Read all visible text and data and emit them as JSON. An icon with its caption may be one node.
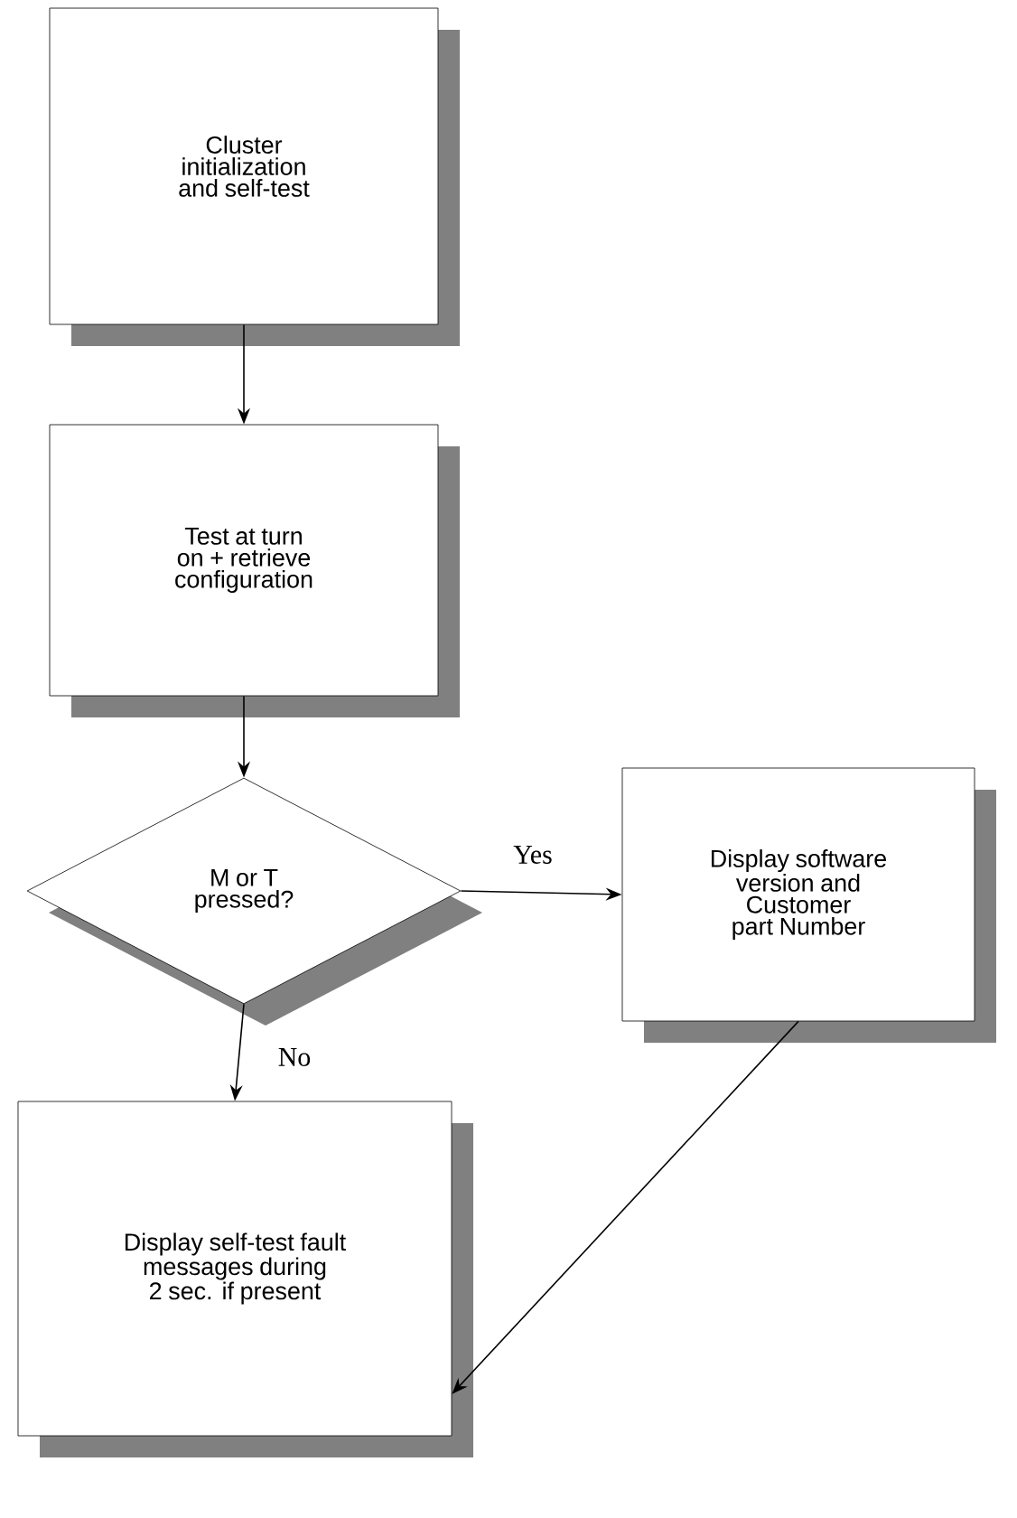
{
  "diagram": {
    "nodes": [
      {
        "text": [
          "Cluster initialization and self-test"
        ]
      },
      {
        "text": [
          "Test at turn on + retrieve configuration"
        ]
      },
      {
        "text": [
          "M or T pressed?"
        ]
      },
      {
        "text": [
          "Display software version and Customer part Number"
        ]
      },
      {
        "text": [
          "Display self-test fault messages during 2 sec. if present"
        ]
      }
    ],
    "edges": [
      {
        "from": 0,
        "to": 1,
        "arrow": "to"
      },
      {
        "from": 1,
        "to": 2,
        "arrow": "to"
      },
      {
        "from": 2,
        "to": 3,
        "arrow": "to",
        "label": "Yes"
      },
      {
        "from": 2,
        "to": 4,
        "arrow": "to",
        "label": "No"
      },
      {
        "from": 3,
        "to": 4,
        "arrow": "to"
      }
    ]
  }
}
